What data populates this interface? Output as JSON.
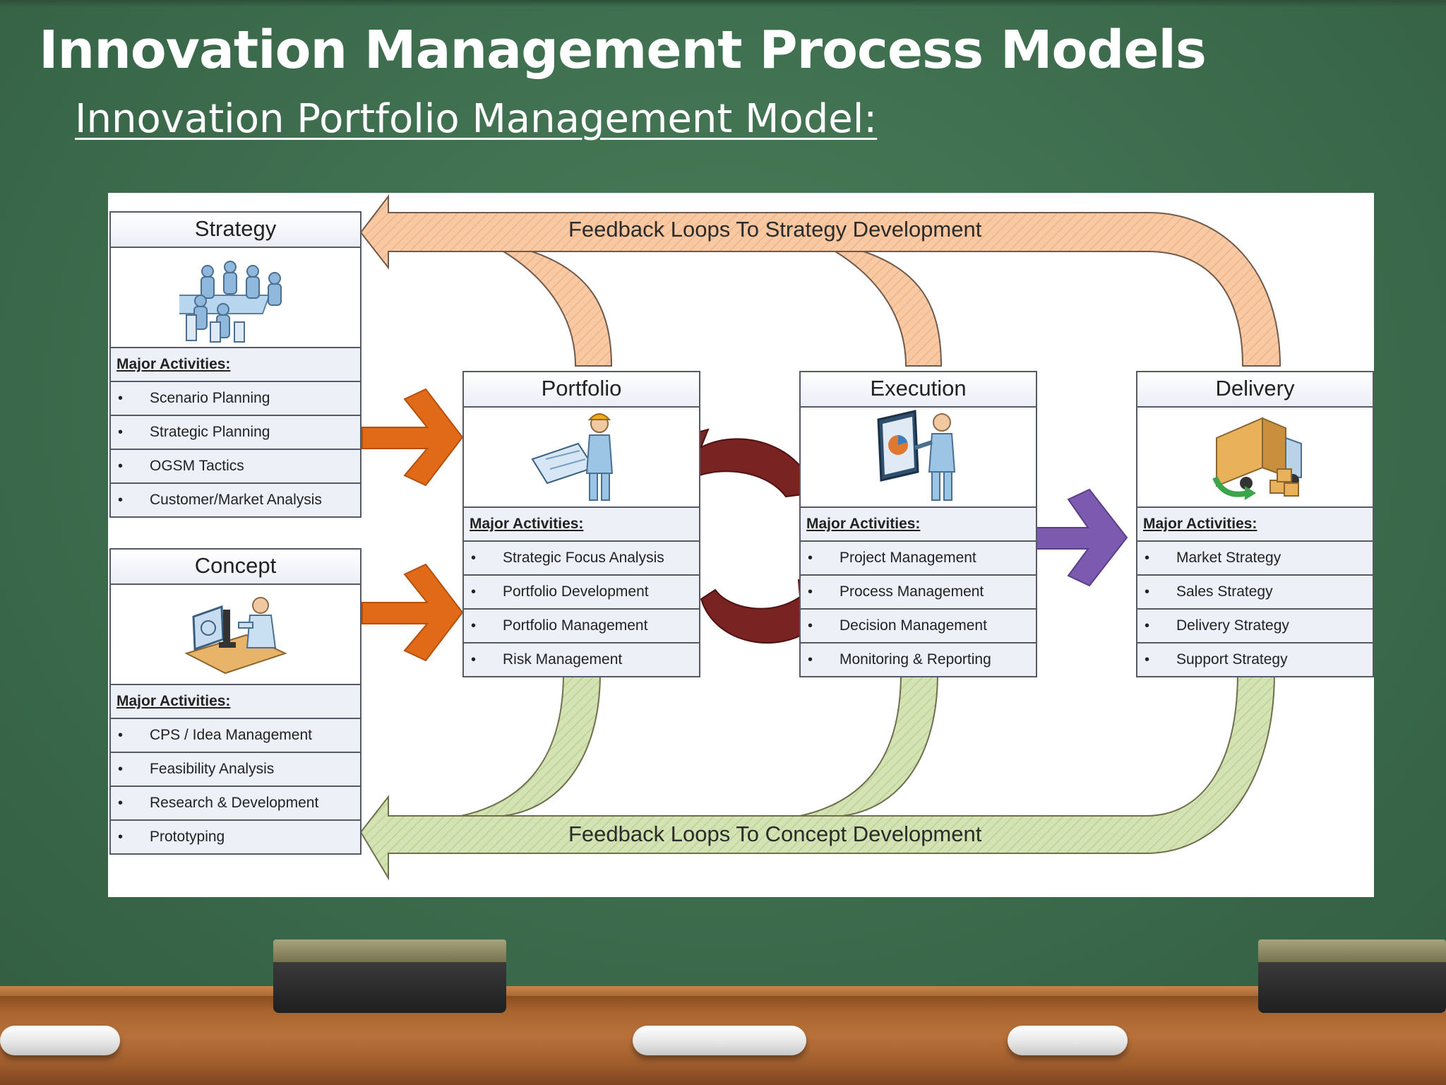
{
  "slide": {
    "title": "Innovation Management Process Models",
    "subtitle": "Innovation Portfolio Management Model:"
  },
  "diagram": {
    "feedback_top": "Feedback Loops To Strategy Development",
    "feedback_bottom": "Feedback Loops To Concept Development",
    "boxes": {
      "strategy": {
        "title": "Strategy",
        "activities_label": "Major Activities:",
        "activities": [
          "Scenario Planning",
          "Strategic Planning",
          "OGSM Tactics",
          "Customer/Market Analysis"
        ]
      },
      "concept": {
        "title": "Concept",
        "activities_label": "Major Activities:",
        "activities": [
          "CPS / Idea Management",
          "Feasibility Analysis",
          "Research & Development",
          "Prototyping"
        ]
      },
      "portfolio": {
        "title": "Portfolio",
        "activities_label": "Major Activities:",
        "activities": [
          "Strategic Focus Analysis",
          "Portfolio Development",
          "Portfolio Management",
          "Risk Management"
        ]
      },
      "execution": {
        "title": "Execution",
        "activities_label": "Major Activities:",
        "activities": [
          "Project Management",
          "Process Management",
          "Decision Management",
          "Monitoring & Reporting"
        ]
      },
      "delivery": {
        "title": "Delivery",
        "activities_label": "Major Activities:",
        "activities": [
          "Market Strategy",
          "Sales Strategy",
          "Delivery Strategy",
          "Support Strategy"
        ]
      }
    },
    "bullet_glyph": "•",
    "colors": {
      "top_loop": "#f9c9a4",
      "bottom_loop": "#d3e3b3",
      "orange_arrow": "#e06a17",
      "cycle_arrow": "#7a2323",
      "purple_arrow": "#7b5ab0",
      "row_fill": "#eef0f8"
    }
  }
}
